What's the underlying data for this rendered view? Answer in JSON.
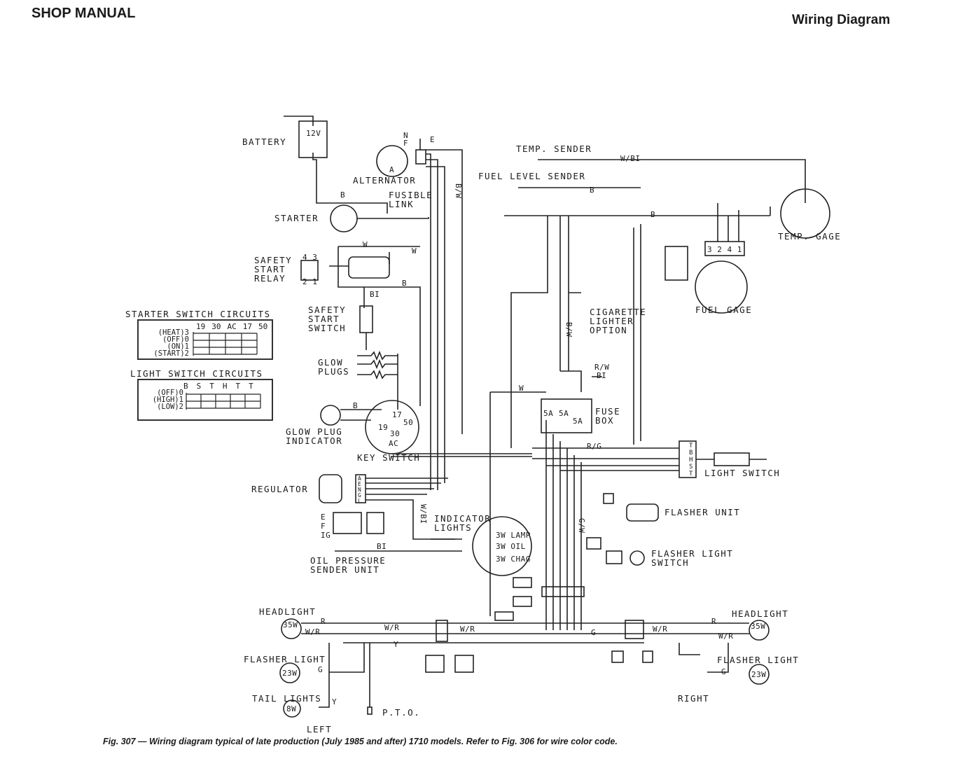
{
  "header": {
    "left": "SHOP MANUAL",
    "right": "Wiring Diagram"
  },
  "caption": "Fig. 307 — Wiring diagram typical of late production (July 1985 and after) 1710 models. Refer to Fig. 306 for wire color code.",
  "components": {
    "battery": "BATTERY",
    "battery_voltage": "12V",
    "alternator": "ALTERNATOR",
    "alt_terminals": [
      "N",
      "F",
      "E",
      "A"
    ],
    "starter": "STARTER",
    "fusible_link": "FUSIBLE\nLINK",
    "safety_relay": "SAFETY\nSTART\nRELAY",
    "relay_pins_top": "4 3",
    "relay_pins_bottom": "2 1",
    "safety_switch": "SAFETY\nSTART\nSWITCH",
    "glow_plugs": "GLOW\nPLUGS",
    "glow_indicator": "GLOW PLUG\nINDICATOR",
    "key_switch": "KEY SWITCH",
    "key_terminals": [
      "17",
      "19",
      "50",
      "30",
      "AC"
    ],
    "regulator": "REGULATOR",
    "reg_terminals": "A\nE\nN\nG\nL",
    "reg_plug": "E\nF\nIG",
    "indicator_lights": "INDICATOR\nLIGHTS",
    "lamp": "3W LAMP",
    "oil": "3W OIL",
    "chag": "3W CHAG",
    "oil_sender": "OIL PRESSURE\nSENDER UNIT",
    "temp_sender": "TEMP. SENDER",
    "fuel_sender": "FUEL LEVEL SENDER",
    "temp_gage": "TEMP. GAGE",
    "fuel_gage": "FUEL GAGE",
    "gage_pins": "3 2 4 1",
    "cig_lighter": "CIGARETTE\nLIGHTER\nOPTION",
    "fuse_box": "FUSE\nBOX",
    "fuse_rating": "5A",
    "light_switch": "LIGHT SWITCH",
    "light_sw_pins": "T\nB\nH\nS\nT",
    "flasher_unit": "FLASHER UNIT",
    "flasher_switch": "FLASHER LIGHT\nSWITCH",
    "headlight_left": "HEADLIGHT",
    "headlight_right": "HEADLIGHT",
    "headlight_watt": "35W",
    "flasher_left": "FLASHER LIGHT",
    "flasher_right": "FLASHER LIGHT",
    "flasher_watt": "23W",
    "tail_lights": "TAIL LIGHTS",
    "tail_watt": "8W",
    "left": "LEFT",
    "right": "RIGHT",
    "pto": "P.T.O."
  },
  "wire_codes": {
    "wbi": "W/BI",
    "b": "B",
    "bw": "B/W",
    "w": "W",
    "r": "R",
    "bi": "BI",
    "rw": "R/W",
    "rg": "R/G",
    "gw": "G/W",
    "wr": "W/R",
    "g": "G",
    "y": "Y"
  },
  "starter_switch_circuits": {
    "title": "STARTER SWITCH CIRCUITS",
    "columns": [
      "19",
      "30",
      "AC",
      "17",
      "50"
    ],
    "rows": [
      "(HEAT)3",
      "(OFF)0",
      "(ON)1",
      "(START)2"
    ]
  },
  "light_switch_circuits": {
    "title": "LIGHT SWITCH CIRCUITS",
    "columns": [
      "B",
      "S",
      "T",
      "H",
      "T",
      "T"
    ],
    "rows": [
      "(OFF)0",
      "(HIGH)1",
      "(LOW)2"
    ]
  }
}
